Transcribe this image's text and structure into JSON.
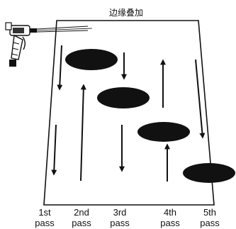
{
  "title": "边缘叠加",
  "passes": [
    {
      "label_top": "1st",
      "label_bottom": "pass"
    },
    {
      "label_top": "2nd",
      "label_bottom": "pass"
    },
    {
      "label_top": "3rd",
      "label_bottom": "pass"
    },
    {
      "label_top": "4th",
      "label_bottom": "pass"
    },
    {
      "label_top": "5th",
      "label_bottom": "pass"
    }
  ],
  "arrows": [
    {
      "pass": 1,
      "direction": "down",
      "count": 2
    },
    {
      "pass": 2,
      "direction": "up",
      "count": 1
    },
    {
      "pass": 3,
      "direction": "down",
      "count": 2
    },
    {
      "pass": 4,
      "direction": "up",
      "count": 2
    },
    {
      "pass": 5,
      "direction": "down",
      "count": 1
    }
  ],
  "spray_marks": 4,
  "icon": "spray-gun-icon",
  "colors": {
    "ink": "#111111",
    "background": "#ffffff"
  }
}
